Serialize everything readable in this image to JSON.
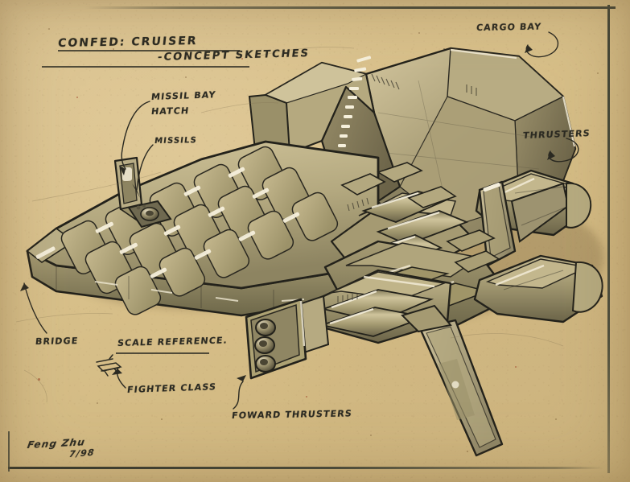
{
  "artwork": {
    "medium": "concept sketch on tan paper",
    "paper_color": "#d9c18c",
    "ink_color": "#2b2a22",
    "frame_color": "#3e4337",
    "hull_light": "#cbbd93",
    "hull_mid": "#a89c72",
    "hull_shadow": "#6f6a4d",
    "highlight": "#f3ecd6"
  },
  "title": {
    "line1": "CONFED: CRUISER",
    "line2": "-CONCEPT SKETCHES"
  },
  "annotations": [
    {
      "id": "missil-bay-hatch-line1",
      "text": "MISSIL BAY"
    },
    {
      "id": "missil-bay-hatch-line2",
      "text": "HATCH"
    },
    {
      "id": "missils",
      "text": "MISSILS"
    },
    {
      "id": "cargo-bay",
      "text": "CARGO BAY"
    },
    {
      "id": "thrusters",
      "text": "THRUSTERS"
    },
    {
      "id": "bridge",
      "text": "BRIDGE"
    },
    {
      "id": "scale-reference",
      "text": "SCALE REFERENCE."
    },
    {
      "id": "fighter-class",
      "text": "FIGHTER CLASS"
    },
    {
      "id": "forward-thrusters",
      "text": "FOWARD THRUSTERS"
    }
  ],
  "signature": {
    "name": "Feng Zhu",
    "date": "7/98"
  }
}
